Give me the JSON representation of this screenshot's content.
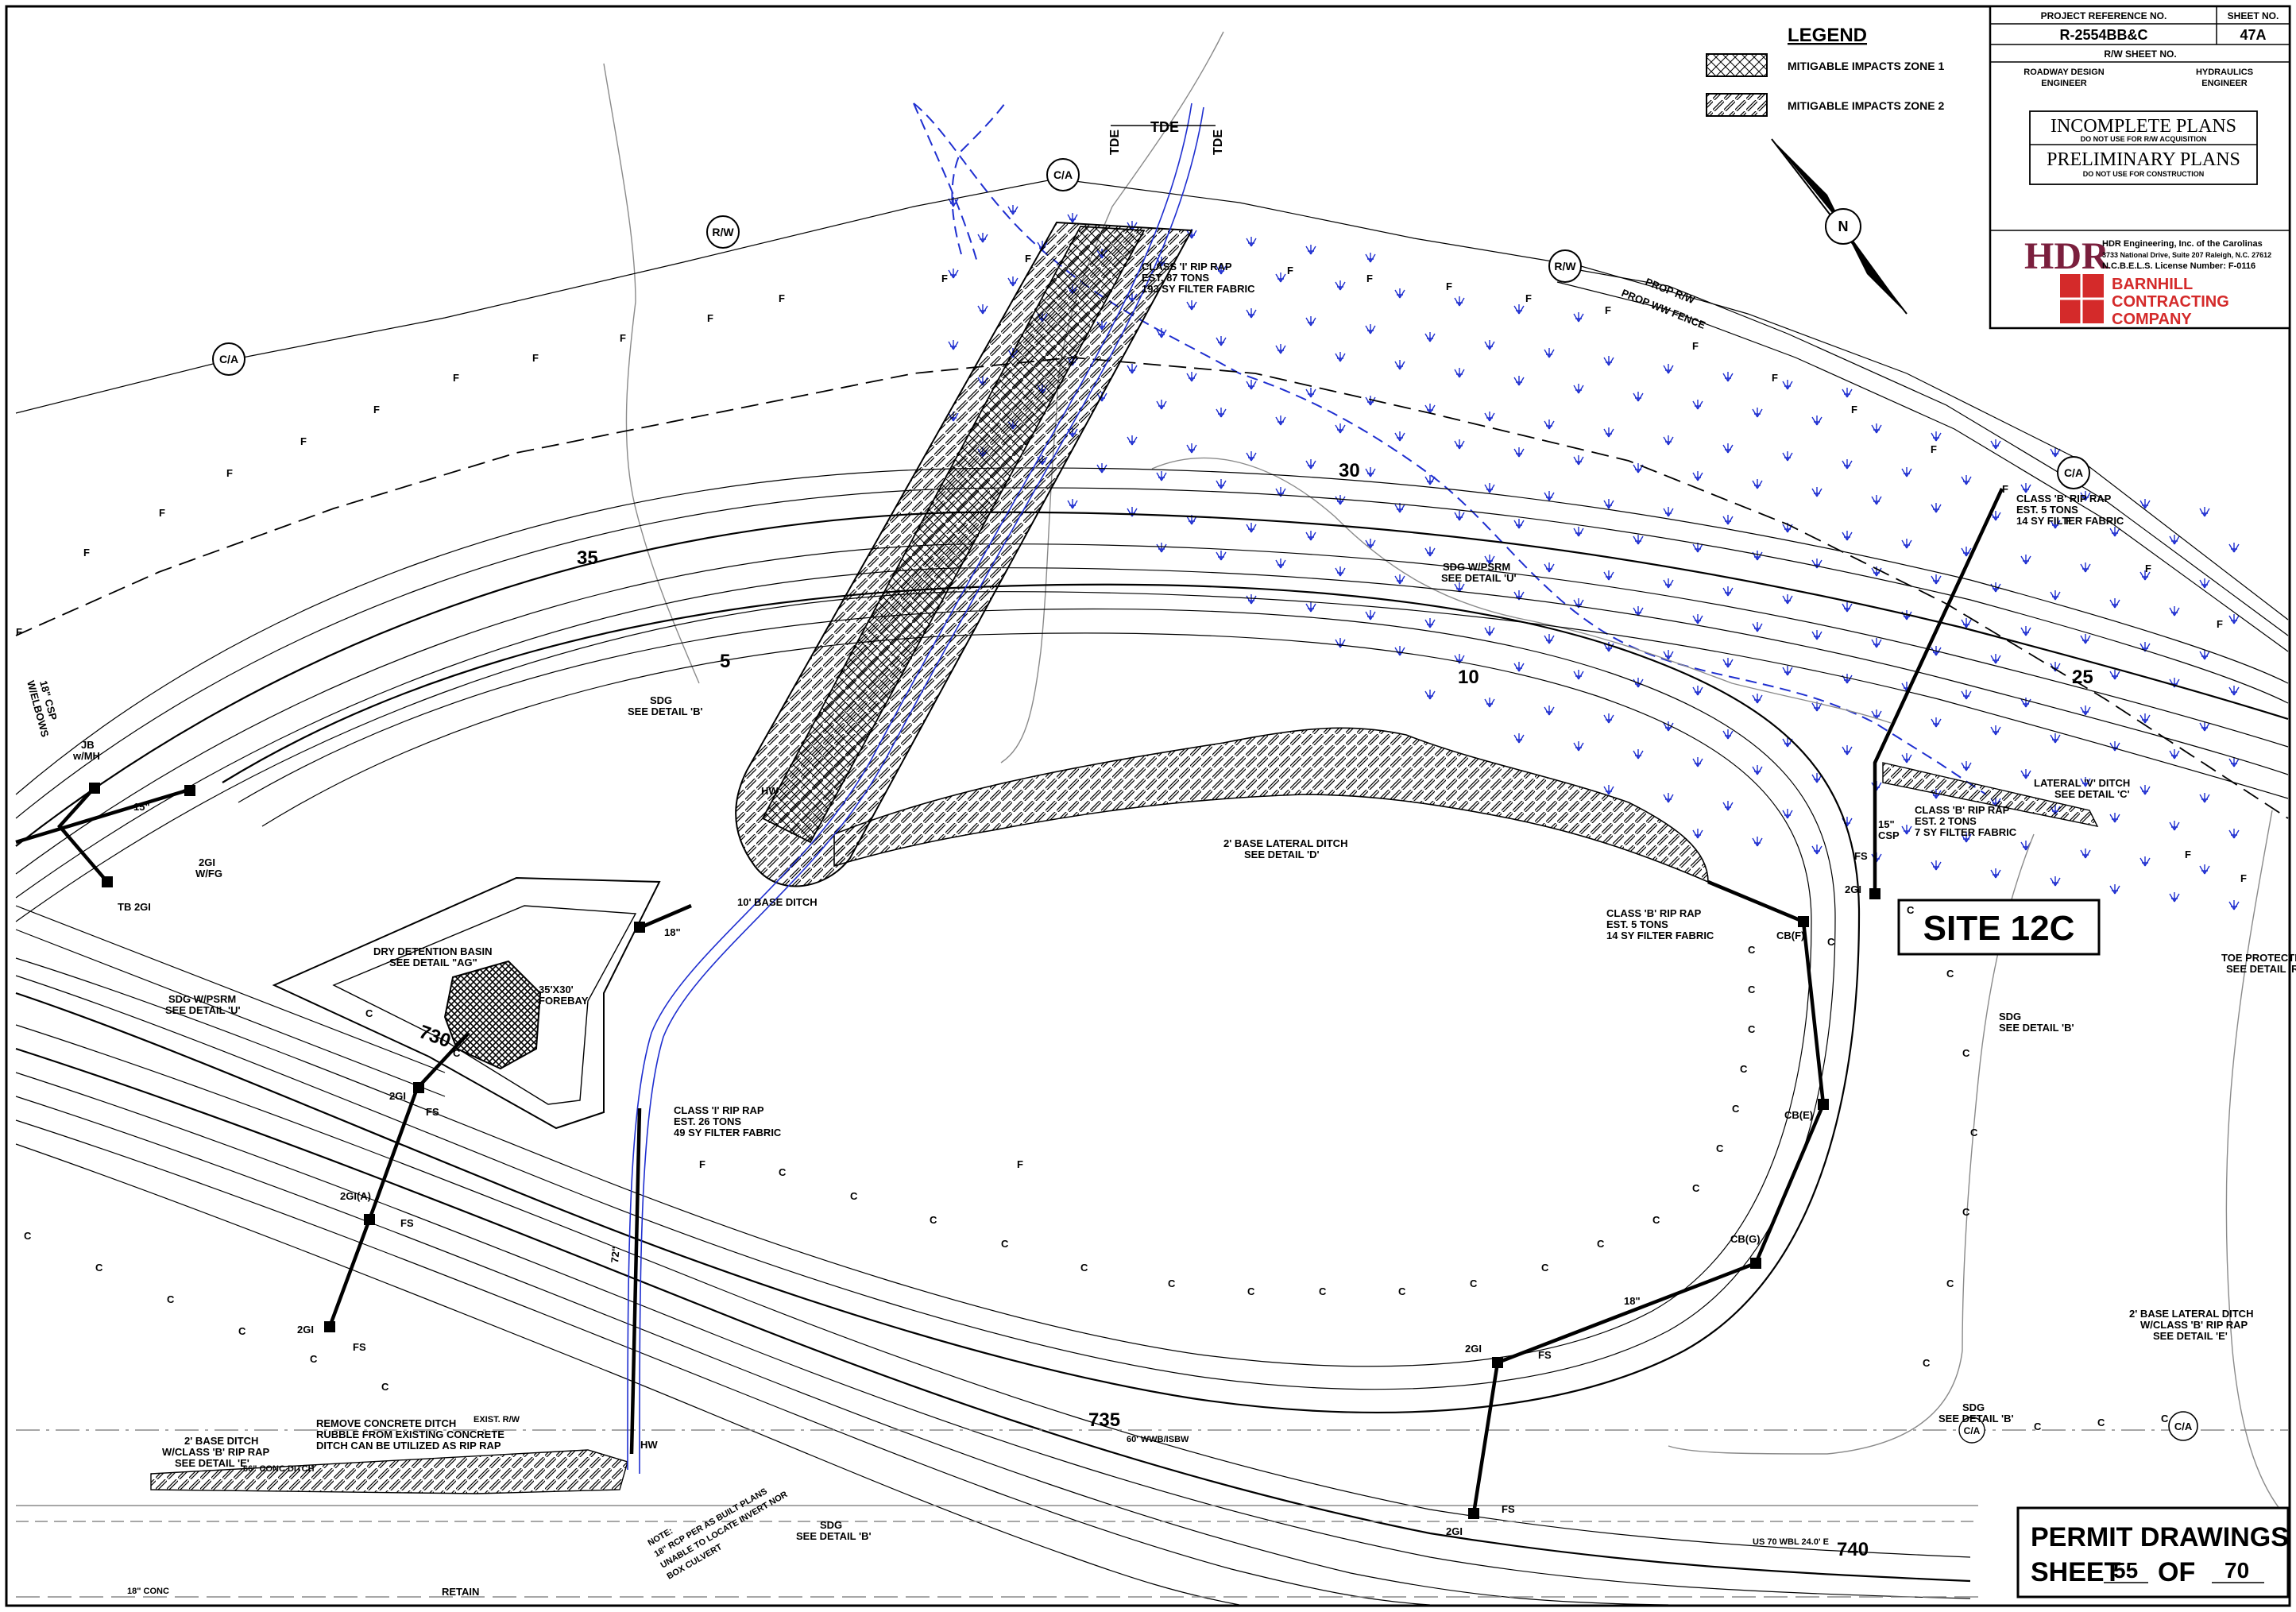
{
  "title_block": {
    "project_ref_label": "PROJECT REFERENCE NO.",
    "project_ref_value": "R-2554BB&C",
    "sheet_no_label": "SHEET NO.",
    "sheet_no_value": "47A",
    "rw_sheet_label": "R/W SHEET NO.",
    "roadway_design": [
      "ROADWAY DESIGN",
      "ENGINEER"
    ],
    "hydraulics": [
      "HYDRAULICS",
      "ENGINEER"
    ],
    "incomplete_title": "INCOMPLETE PLANS",
    "incomplete_sub": "DO NOT USE FOR R/W ACQUISITION",
    "preliminary_title": "PRELIMINARY PLANS",
    "preliminary_sub": "DO NOT USE FOR CONSTRUCTION",
    "hdr_logo": "HDR",
    "hdr_lines": [
      "HDR Engineering, Inc. of the Carolinas",
      "3733 National Drive, Suite 207  Raleigh, N.C. 27612",
      "N.C.B.E.L.S.  License Number: F-0116"
    ],
    "barnhill_lines": [
      "BARNHILL",
      "CONTRACTING",
      "COMPANY"
    ],
    "brand_red": "#d42a2a",
    "hdr_maroon": "#7a1f3d"
  },
  "legend": {
    "title": "LEGEND",
    "items": [
      {
        "pattern": "crosshatch",
        "label": "MITIGABLE IMPACTS ZONE 1"
      },
      {
        "pattern": "diagonal-hatch",
        "label": "MITIGABLE IMPACTS ZONE 2"
      }
    ]
  },
  "site_label": "SITE 12C",
  "permit": {
    "line1": "PERMIT DRAWINGS",
    "sheet_word": "SHEET",
    "sheet_num": "55",
    "of_word": "OF",
    "total": "70"
  },
  "callouts": {
    "class1_riprap_top": [
      "CLASS 'I' RIP RAP",
      "EST. 87 TONS",
      "193 SY FILTER FABRIC"
    ],
    "class1_riprap_mid": [
      "CLASS 'I' RIP RAP",
      "EST. 26 TONS",
      "49 SY FILTER FABRIC"
    ],
    "classB_5t_right": [
      "CLASS 'B' RIP RAP",
      "EST. 5 TONS",
      "14 SY FILTER FABRIC"
    ],
    "classB_5t_center": [
      "CLASS 'B' RIP RAP",
      "EST. 5 TONS",
      "14 SY FILTER FABRIC"
    ],
    "classB_2t": [
      "CLASS 'B' RIP RAP",
      "EST. 2 TONS",
      "7 SY FILTER FABRIC"
    ],
    "sdg_psrm_u_top": [
      "SDG W/PSRM",
      "SEE DETAIL 'U'"
    ],
    "sdg_psrm_u_left": [
      "SDG W/PSRM",
      "SEE DETAIL 'U'"
    ],
    "sdg_b_left": [
      "SDG",
      "SEE DETAIL 'B'"
    ],
    "sdg_b_right": [
      "SDG",
      "SEE DETAIL 'B'"
    ],
    "sdg_b_bottom": [
      "SDG",
      "SEE DETAIL 'B'"
    ],
    "sdg_b_far": [
      "SDG",
      "SEE DETAIL 'B'"
    ],
    "base_lateral_d": [
      "2' BASE LATERAL DITCH",
      "SEE DETAIL 'D'"
    ],
    "lateral_v": [
      "LATERAL 'V' DITCH",
      "SEE DETAIL 'C'"
    ],
    "toe_protection": [
      "TOE PROTECTION",
      "SEE DETAIL 'R'"
    ],
    "base_lateral_e": [
      "2' BASE LATERAL DITCH",
      "W/CLASS 'B' RIP RAP",
      "SEE DETAIL 'E'"
    ],
    "dry_detention": [
      "DRY DETENTION BASIN",
      "SEE DETAIL \"AG\""
    ],
    "forebay": [
      "35'X30'",
      "FOREBAY"
    ],
    "base_ditch_10": "10' BASE DITCH",
    "remove_concrete": [
      "REMOVE CONCRETE DITCH",
      "RUBBLE FROM EXISTING CONCRETE",
      "DITCH CAN BE UTILIZED AS RIP RAP"
    ],
    "base_ditch_e": [
      "2' BASE DITCH",
      "W/CLASS 'B' RIP RAP",
      "SEE DETAIL 'E'"
    ],
    "jb_wmh": [
      "JB",
      "w/MH"
    ],
    "tb_2gi": "TB 2GI",
    "gi_wfg": [
      "2GI",
      "W/FG"
    ],
    "csp_elbows": [
      "18\" CSP",
      "W/ELBOWS"
    ],
    "csp_15": [
      "15\"",
      "CSP"
    ],
    "note_box": [
      "NOTE:",
      "18\" RCP PER AS BUILT PLANS",
      "UNABLE TO LOCATE INVERT NOR",
      "BOX CULVERT"
    ],
    "retain": "RETAIN",
    "prop_rw": "PROP R/W",
    "prop_ww_fence": "PROP WW FENCE",
    "us70": "US 70  WBL  24.0' E",
    "wwb_isbw": "60' WWB/ISBW",
    "exist_rw": "EXIST. R/W",
    "tde": "TDE",
    "hw": "HW",
    "fs": "FS",
    "gi": "2GI",
    "gi_a": "2GI(A)",
    "cb_f": "CB(F)",
    "cb_e": "CB(E)",
    "cb_g": "CB(G)",
    "pipe_18": "18\"",
    "pipe_15": "15\"",
    "pipe_72": "72\"",
    "conc_18": "18\" CONC",
    "conc_66": "66\" CONC DITCH"
  },
  "stations": [
    "5",
    "10",
    "25",
    "30",
    "35",
    "730",
    "735",
    "740"
  ],
  "markers": {
    "rw": "R/W",
    "ca": "C/A",
    "f": "F",
    "c": "C",
    "north": "N"
  }
}
